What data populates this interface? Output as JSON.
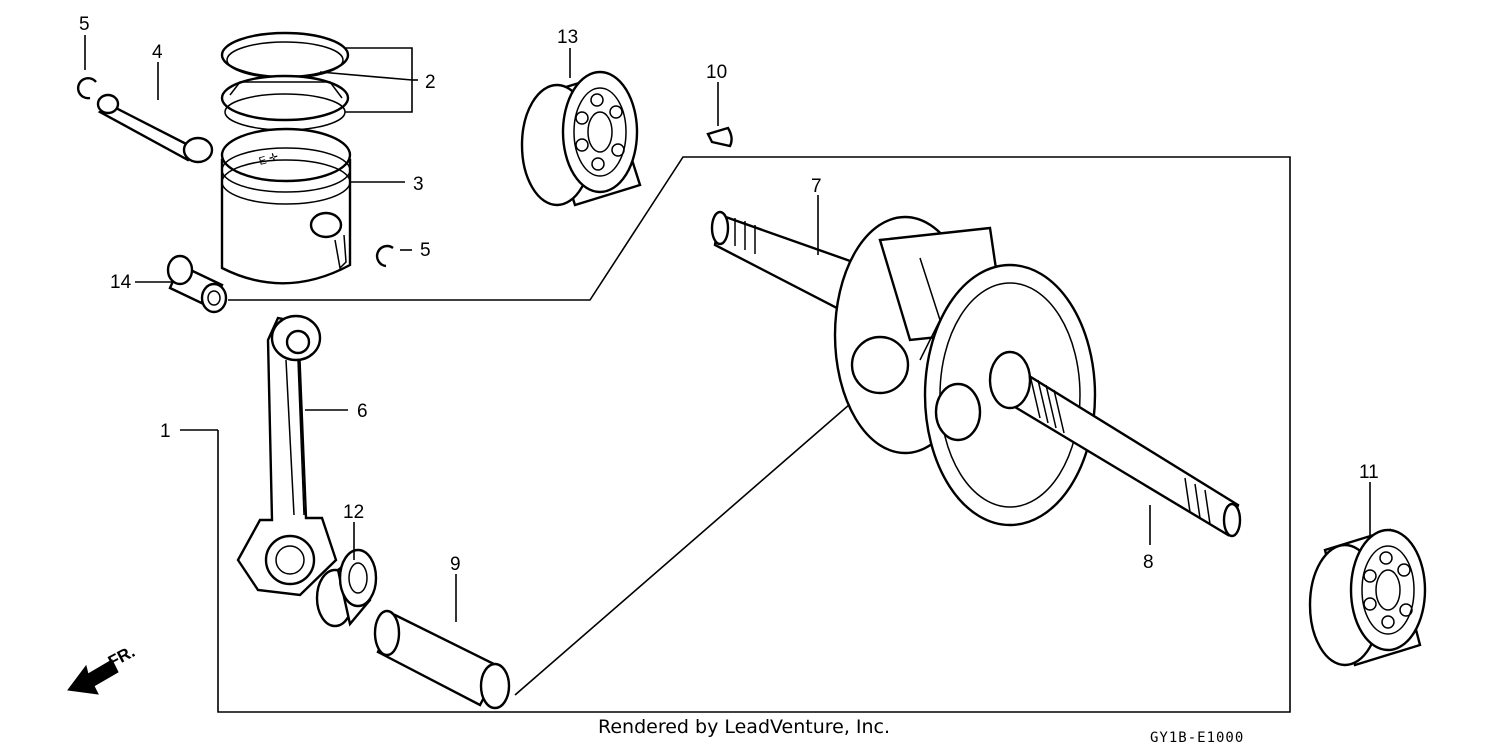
{
  "diagram": {
    "callouts": {
      "c1": "1",
      "c2": "2",
      "c3": "3",
      "c4": "4",
      "c5a": "5",
      "c5b": "5",
      "c6": "6",
      "c7": "7",
      "c8": "8",
      "c9": "9",
      "c10": "10",
      "c11": "11",
      "c12": "12",
      "c13": "13",
      "c14": "14"
    },
    "front_label": "FR.",
    "credit": "Rendered by LeadVenture, Inc.",
    "diagram_code": "GY1B-E1000"
  }
}
